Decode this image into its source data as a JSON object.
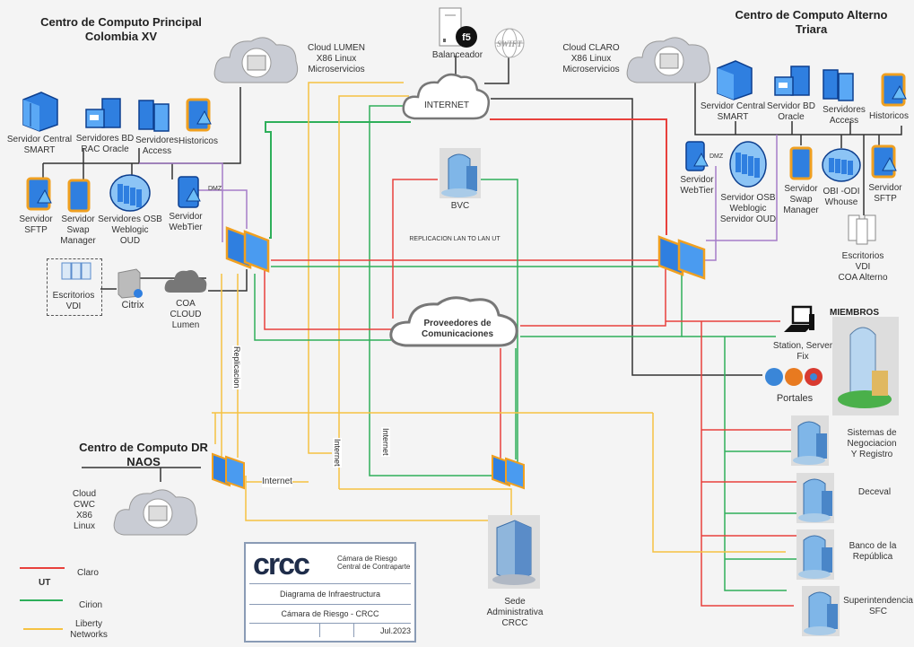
{
  "sites": {
    "principal": {
      "title_line1": "Centro de Computo Principal",
      "title_line2": "Colombia XV"
    },
    "alterno": {
      "title_line1": "Centro de Computo Alterno",
      "title_line2": "Triara"
    },
    "dr": {
      "title_line1": "Centro de Computo DR",
      "title_line2": "NAOS"
    }
  },
  "principal_nodes": {
    "smart": [
      "Servidor Central",
      "SMART"
    ],
    "bd": [
      "Servidores BD",
      "RAC Oracle"
    ],
    "access": [
      "Servidores",
      "Access"
    ],
    "historicos": [
      "Historicos"
    ],
    "sftp": [
      "Servidor",
      "SFTP"
    ],
    "swap": [
      "Servidor",
      "Swap",
      "Manager"
    ],
    "weblogic": [
      "Servidores   OSB",
      "Weblogic",
      "OUD"
    ],
    "webtier": [
      "Servidor",
      "WebTier"
    ],
    "dmz": "DMZ",
    "vdi": [
      "Escritorios",
      "VDI"
    ],
    "citrix": "Citrix",
    "coa": [
      "COA",
      "CLOUD",
      "Lumen"
    ]
  },
  "alterno_nodes": {
    "smart": [
      "Servidor Central",
      "SMART"
    ],
    "bd": [
      "Servidor BD",
      "Oracle"
    ],
    "access": [
      "Servidores",
      "Access"
    ],
    "historicos": [
      "Historicos"
    ],
    "webtier": [
      "Servidor",
      "WebTier"
    ],
    "dmz": "DMZ",
    "weblogic": [
      "Servidor   OSB",
      "Weblogic",
      "Servidor OUD"
    ],
    "swap": [
      "Servidor",
      "Swap",
      "Manager"
    ],
    "obi": [
      "OBI -ODI",
      "Whouse"
    ],
    "sftp": [
      "Servidor",
      "SFTP"
    ],
    "vdi": [
      "Escritorios",
      "VDI",
      "COA Alterno"
    ]
  },
  "clouds": {
    "lumen": [
      "Cloud LUMEN",
      "X86 Linux",
      "Microservicios"
    ],
    "claro": [
      "Cloud CLARO",
      "X86 Linux",
      "Microservicios"
    ],
    "cwc": [
      "Cloud",
      "CWC",
      "X86",
      "Linux"
    ],
    "internet": "INTERNET",
    "proveedores": [
      "Proveedores de",
      "Comunicaciones"
    ]
  },
  "top": {
    "balanceador": "Balanceador",
    "swift": "SWIFT",
    "f5": "f5"
  },
  "center": {
    "bvc": "BVC",
    "replicacion_lan": "REPLICACION LAN TO LAN UT"
  },
  "wire_labels": {
    "replicacion": "Replicacion",
    "internet_1": "Internet",
    "internet_2": "Internet",
    "internet_3": "Internet"
  },
  "members": {
    "title": "MIEMBROS",
    "station": [
      "Station, Server",
      "Fix"
    ],
    "portales": "Portales",
    "sistemas": [
      "Sistemas de",
      "Negociacion",
      "Y Registro"
    ],
    "deceval": "Deceval",
    "banco": [
      "Banco de la",
      "República"
    ],
    "super": [
      "Superintendencia",
      "SFC"
    ]
  },
  "sede": [
    "Sede",
    "Administrativa",
    "CRCC"
  ],
  "title_block": {
    "logo": "crcc",
    "org_line1": "Cámara de Riesgo",
    "org_line2": "Central de Contraparte",
    "diagram": "Diagrama de Infraestructura",
    "entity": "Cámara de Riesgo - CRCC",
    "date": "Jul.2023"
  },
  "legend": {
    "group": "UT",
    "items": [
      {
        "label": "Claro",
        "color": "#e8403c"
      },
      {
        "label": "Cirion",
        "color": "#2eaf5a"
      },
      {
        "label": "Liberty Networks",
        "color": "#f5c242"
      }
    ]
  },
  "colors": {
    "claro": "#e8403c",
    "cirion": "#2eaf5a",
    "liberty": "#f5c242",
    "dmz": "#a57cc8",
    "lan": "#333333"
  }
}
